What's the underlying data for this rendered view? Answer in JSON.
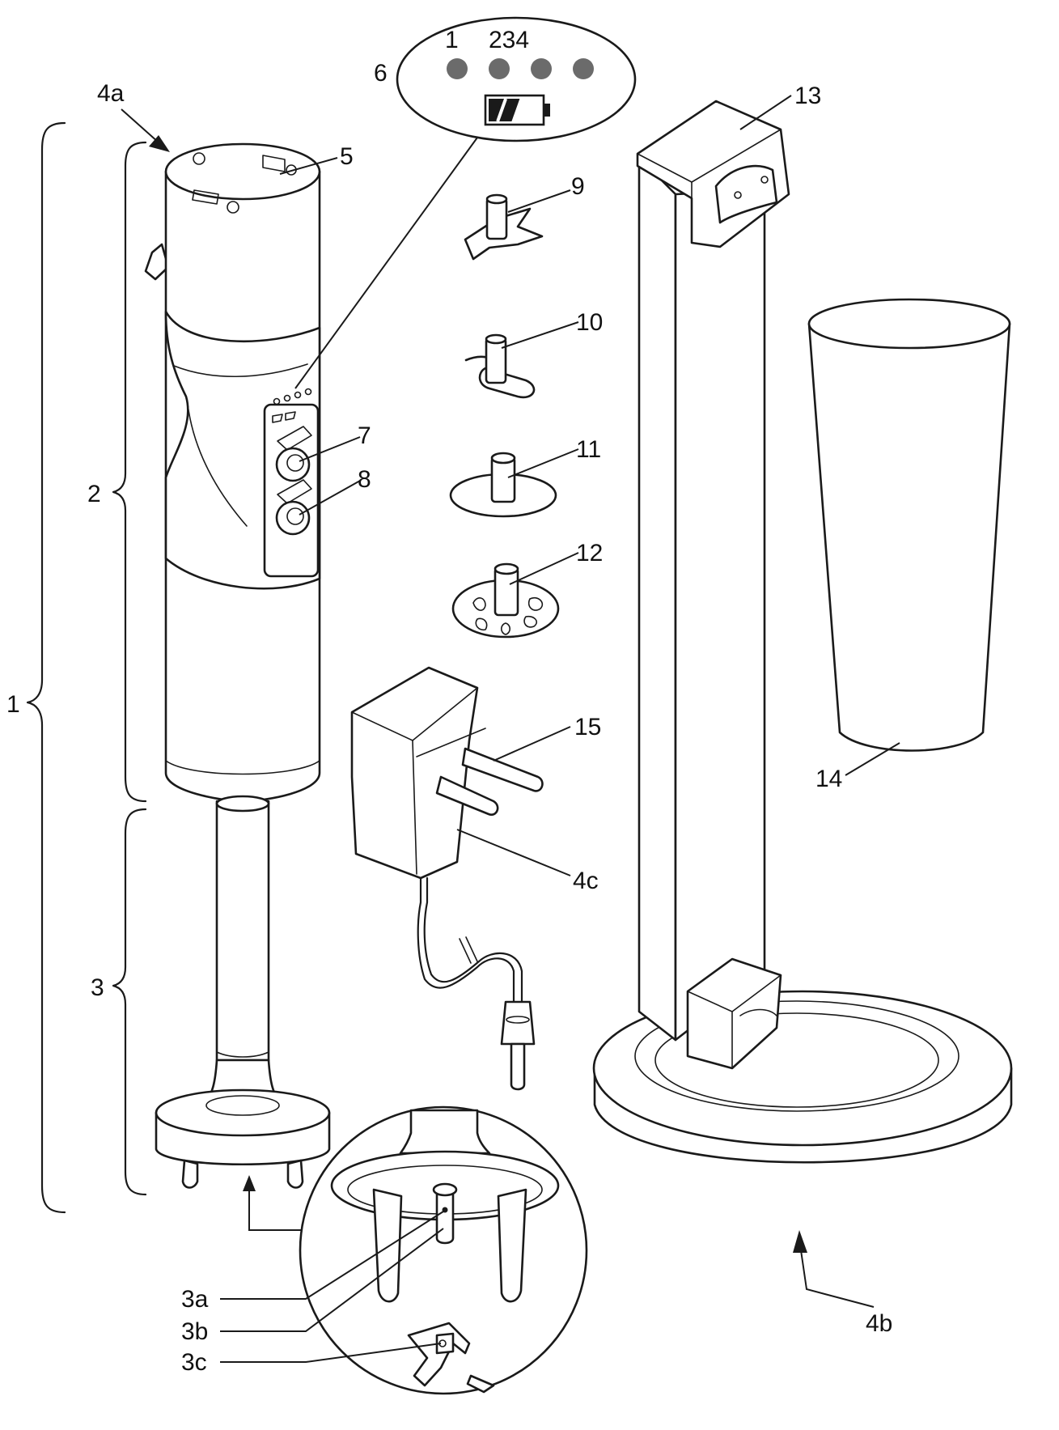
{
  "labels": {
    "l1": "1",
    "l2": "2",
    "l3": "3",
    "l3a": "3a",
    "l3b": "3b",
    "l3c": "3c",
    "l4a": "4a",
    "l4b": "4b",
    "l4c": "4c",
    "l5": "5",
    "l6": "6",
    "l7": "7",
    "l8": "8",
    "l9": "9",
    "l10": "10",
    "l11": "11",
    "l12": "12",
    "l13": "13",
    "l14": "14",
    "l15": "15"
  },
  "indicator_panel": {
    "left_number": "1",
    "right_numbers": "234",
    "led_count": 4,
    "battery_level": 0.6
  },
  "colors": {
    "line": "#1a1a1a",
    "led": "#6b6b6b",
    "battery": "#1a1a1a"
  }
}
